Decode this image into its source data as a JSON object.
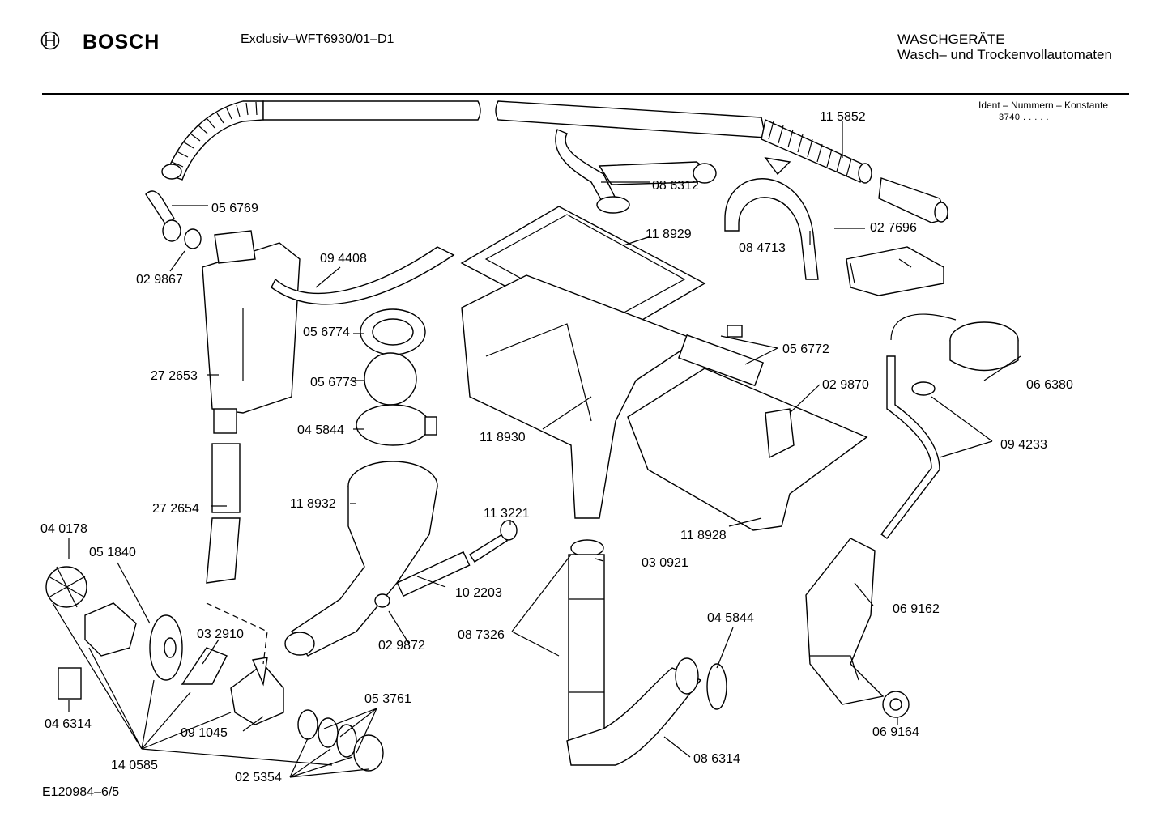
{
  "header": {
    "brand": "BOSCH",
    "model": "Exclusiv–WFT6930/01–D1",
    "category_line1": "WASCHGERÄTE",
    "category_line2": "Wasch– und Trockenvollautomaten",
    "ident_label": "Ident – Nummern – Konstante",
    "ident_value": "3740  .  .  .  .  ."
  },
  "footer": {
    "drawing_id": "E120984–6/5"
  },
  "parts": [
    {
      "id": "p115852",
      "label": "11 5852"
    },
    {
      "id": "p086312",
      "label": "08 6312"
    },
    {
      "id": "p056769",
      "label": "05 6769"
    },
    {
      "id": "p118929",
      "label": "11 8929"
    },
    {
      "id": "p084713",
      "label": "08 4713"
    },
    {
      "id": "p027696",
      "label": "02 7696"
    },
    {
      "id": "p029867",
      "label": "02 9867"
    },
    {
      "id": "p094408",
      "label": "09 4408"
    },
    {
      "id": "p056774",
      "label": "05 6774"
    },
    {
      "id": "p056772",
      "label": "05 6772"
    },
    {
      "id": "p272653",
      "label": "27 2653"
    },
    {
      "id": "p056773",
      "label": "05 6773"
    },
    {
      "id": "p066380",
      "label": "06 6380"
    },
    {
      "id": "p029870",
      "label": "02 9870"
    },
    {
      "id": "p045844a",
      "label": "04 5844"
    },
    {
      "id": "p118930",
      "label": "11 8930"
    },
    {
      "id": "p094233",
      "label": "09 4233"
    },
    {
      "id": "p118932",
      "label": "11 8932"
    },
    {
      "id": "p272654",
      "label": "27 2654"
    },
    {
      "id": "p113221",
      "label": "11 3221"
    },
    {
      "id": "p118928",
      "label": "11 8928"
    },
    {
      "id": "p040178",
      "label": "04 0178"
    },
    {
      "id": "p051840",
      "label": "05 1840"
    },
    {
      "id": "p030921",
      "label": "03 0921"
    },
    {
      "id": "p102203",
      "label": "10 2203"
    },
    {
      "id": "p069162",
      "label": "06 9162"
    },
    {
      "id": "p045844b",
      "label": "04 5844"
    },
    {
      "id": "p032910",
      "label": "03 2910"
    },
    {
      "id": "p087326",
      "label": "08 7326"
    },
    {
      "id": "p029872",
      "label": "02 9872"
    },
    {
      "id": "p053761",
      "label": "05 3761"
    },
    {
      "id": "p046314",
      "label": "04 6314"
    },
    {
      "id": "p091045",
      "label": "09 1045"
    },
    {
      "id": "p069164",
      "label": "06 9164"
    },
    {
      "id": "p086314",
      "label": "08 6314"
    },
    {
      "id": "p140585",
      "label": "14 0585"
    },
    {
      "id": "p025354",
      "label": "02 5354"
    }
  ]
}
